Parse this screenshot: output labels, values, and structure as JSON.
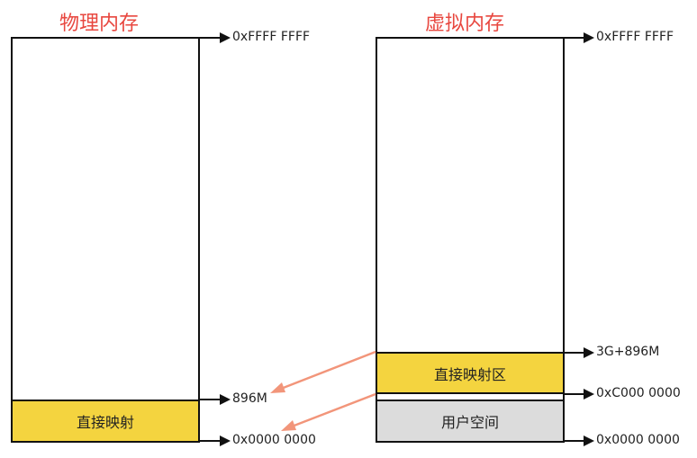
{
  "physical": {
    "title": "物理内存",
    "direct_map_label": "直接映射",
    "addr_top": "0xFFFF FFFF",
    "addr_896": "896M",
    "addr_zero": "0x0000 0000"
  },
  "virtual": {
    "title": "虚拟内存",
    "direct_map_label": "直接映射区",
    "user_space_label": "用户空间",
    "addr_top": "0xFFFF FFFF",
    "addr_3g896": "3G+896M",
    "addr_c000": "0xC000 0000",
    "addr_zero": "0x0000 0000"
  },
  "colors": {
    "title": "#e8473f",
    "direct_map_fill": "#f4d43f",
    "user_space_fill": "#dcdcdc",
    "mapping_arrow": "#f2957a",
    "pointer_arrow": "#111111"
  }
}
